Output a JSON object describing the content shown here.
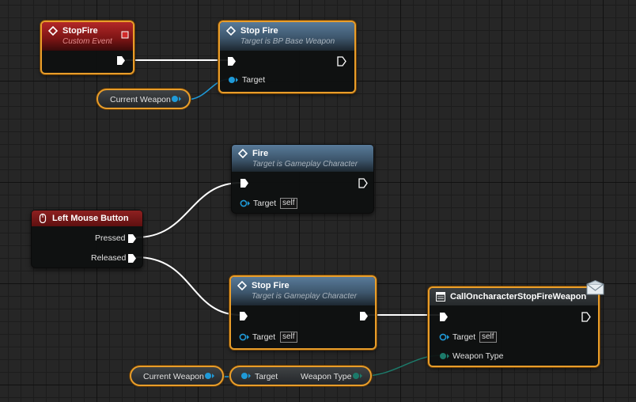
{
  "nodes": {
    "stopfire_event": {
      "title": "StopFire",
      "subtitle": "Custom Event"
    },
    "stop_fire_weapon": {
      "title": "Stop Fire",
      "subtitle": "Target is BP Base Weapon",
      "target_label": "Target"
    },
    "current_weapon_1": {
      "label": "Current Weapon"
    },
    "fire": {
      "title": "Fire",
      "subtitle": "Target is Gameplay Character",
      "target_label": "Target",
      "self_label": "self"
    },
    "left_mouse": {
      "title": "Left Mouse Button",
      "pressed_label": "Pressed",
      "released_label": "Released"
    },
    "stop_fire_char": {
      "title": "Stop Fire",
      "subtitle": "Target is Gameplay Character",
      "target_label": "Target",
      "self_label": "self"
    },
    "call_dispatcher": {
      "title": "CallOncharacterStopFireWeapon",
      "target_label": "Target",
      "self_label": "self",
      "weapon_type_label": "Weapon Type"
    },
    "current_weapon_2": {
      "label": "Current Weapon"
    },
    "get_weapon_type": {
      "target_label": "Target",
      "weapon_type_label": "Weapon Type"
    }
  },
  "icons": [
    "function-diamond-icon",
    "event-square-icon",
    "mouse-icon",
    "envelope-icon",
    "dispatcher-icon"
  ],
  "colors": {
    "selection": "#e89d2a",
    "exec_wire": "#ffffff",
    "object_pin": "#1f9ad8",
    "enum_pin": "#1c7a6a",
    "event_header": "#8e2020",
    "function_header": "#3d566c"
  }
}
